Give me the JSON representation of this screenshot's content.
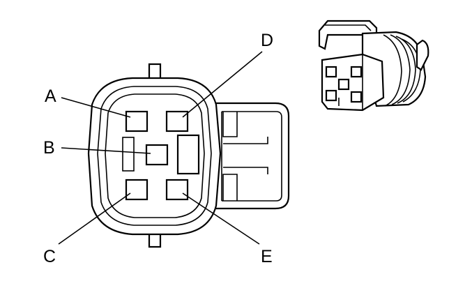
{
  "pins": [
    {
      "id": "A",
      "label": "A"
    },
    {
      "id": "B",
      "label": "B"
    },
    {
      "id": "C",
      "label": "C"
    },
    {
      "id": "D",
      "label": "D"
    },
    {
      "id": "E",
      "label": "E"
    }
  ],
  "colors": {
    "line": "#000000",
    "background": "#ffffff"
  }
}
